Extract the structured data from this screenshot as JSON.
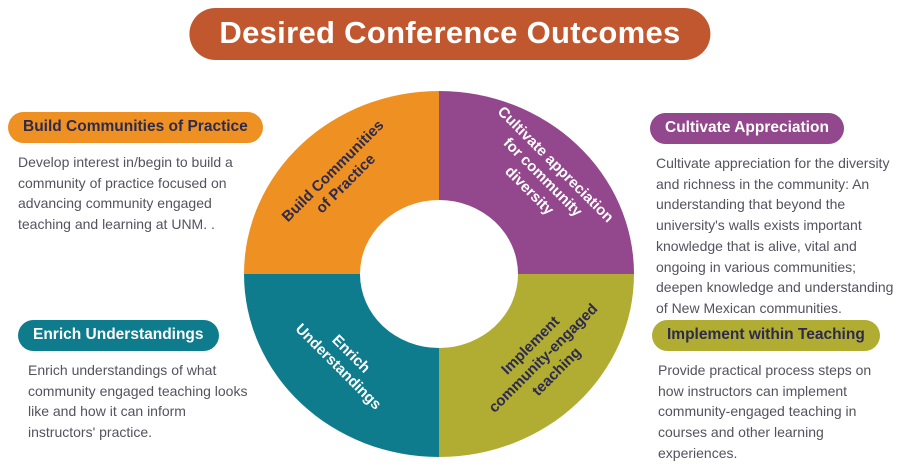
{
  "title": "Desired Conference Outcomes",
  "colors": {
    "banner": "#C1572F",
    "orange": "#EE9122",
    "purple": "#93478C",
    "teal": "#0E7C8C",
    "olive": "#B0AD32",
    "dark_label_text": "#2D2A4E",
    "body_text": "#55525E"
  },
  "panels": [
    {
      "heading": "Build Communities of Practice",
      "body": "Develop interest in/begin to build a community of practice focused on advancing community engaged teaching and learning at UNM. ."
    },
    {
      "heading": "Enrich Understandings",
      "body": "Enrich understandings of what community engaged teaching looks like and how it can inform instructors' practice."
    },
    {
      "heading": "Cultivate Appreciation",
      "body": "Cultivate appreciation for the diversity and richness in the community: An understanding that beyond the university's walls exists important knowledge that is alive, vital and ongoing in various communities; deepen knowledge and understanding of New Mexican communities."
    },
    {
      "heading": "Implement within Teaching",
      "body": "Provide practical process steps on how instructors can implement community-engaged teaching in courses and other learning experiences."
    }
  ],
  "donut": {
    "segments": [
      {
        "position": "top-left",
        "color": "#EE9122",
        "label": "Build Communities\nof Practice"
      },
      {
        "position": "top-right",
        "color": "#93478C",
        "label": "Cultivate appreciation\nfor community\ndiversity"
      },
      {
        "position": "bottom-left",
        "color": "#0E7C8C",
        "label": "Enrich\nUnderstandings"
      },
      {
        "position": "bottom-right",
        "color": "#B0AD32",
        "label": "Implement\ncommunity-engaged\nteaching"
      }
    ]
  }
}
